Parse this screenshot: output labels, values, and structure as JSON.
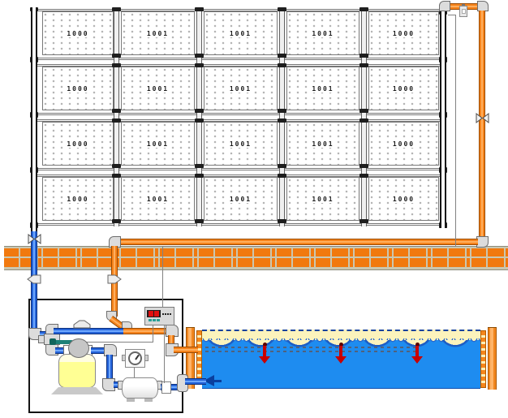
{
  "collector_array": {
    "rows": [
      {
        "panels": [
          "1000",
          "1001",
          "1001",
          "1001",
          "1000"
        ]
      },
      {
        "panels": [
          "1000",
          "1001",
          "1001",
          "1001",
          "1000"
        ]
      },
      {
        "panels": [
          "1000",
          "1001",
          "1001",
          "1001",
          "1000"
        ]
      },
      {
        "panels": [
          "1000",
          "1001",
          "1001",
          "1001",
          "1000"
        ]
      }
    ]
  },
  "pool": {
    "jet_count": 3,
    "suction_flow_direction": "left"
  },
  "icons": {
    "air-vent-icon": "small float vent on collector outlet pipe",
    "shutoff-valve-icon": "bowtie valve",
    "flow-arrow-icon": "pentagon arrow fitting",
    "check-valve-icon": "tent shape on pipe",
    "jet-arrow-icon": "red downward arrow in pool"
  },
  "colors": {
    "pipe_orange": "#f5831c",
    "pipe_blue": "#2563d8",
    "brick": "#f1790e",
    "mortar": "#cac7b0",
    "pool_water": "#1e8cf0",
    "pool_surface": "#fcf3bc",
    "jet_arrow_red": "#c80000",
    "suction_arrow_blue": "#0a3f9e",
    "filter_tank_yellow": "#ffff94",
    "valve_handle_teal": "#1d8077",
    "controller_digit_red": "#e01010",
    "controller_led_teal": "#28a096"
  }
}
